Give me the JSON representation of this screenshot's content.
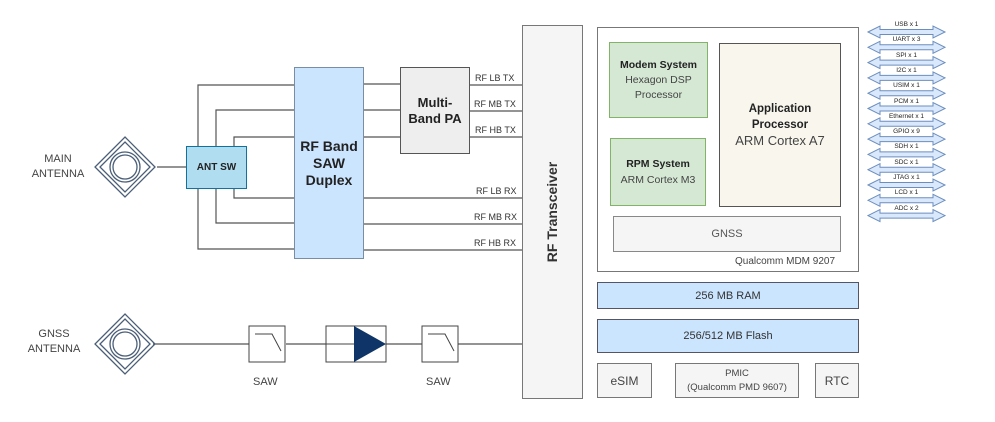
{
  "antennas": {
    "main": {
      "label_line1": "MAIN",
      "label_line2": "ANTENNA"
    },
    "gnss": {
      "label_line1": "GNSS",
      "label_line2": "ANTENNA"
    }
  },
  "rf_front_end": {
    "ant_sw": "ANT SW",
    "saw_duplex": {
      "line1": "RF Band",
      "line2": "SAW",
      "line3": "Duplex"
    },
    "pa": {
      "line1": "Multi-",
      "line2": "Band PA"
    },
    "tx_lines": [
      "RF LB TX",
      "RF MB TX",
      "RF HB TX"
    ],
    "rx_lines": [
      "RF LB RX",
      "RF MB RX",
      "RF HB RX"
    ],
    "transceiver": "RF Transceiver"
  },
  "gnss_chain": {
    "saw1": "SAW",
    "saw2": "SAW"
  },
  "soc": {
    "name": "Qualcomm MDM 9207",
    "modem": {
      "title": "Modem System",
      "line1": "Hexagon DSP",
      "line2": "Processor"
    },
    "rpm": {
      "title": "RPM System",
      "line1": "ARM Cortex M3"
    },
    "app": {
      "title1": "Application",
      "title2": "Processor",
      "line1": "ARM Cortex A7"
    },
    "gnss": "GNSS"
  },
  "memory": {
    "ram": "256 MB RAM",
    "flash": "256/512 MB Flash"
  },
  "peripherals": {
    "esim": "eSIM",
    "pmic": {
      "line1": "PMIC",
      "line2": "(Qualcomm PMD 9607)"
    },
    "rtc": "RTC"
  },
  "interfaces": [
    "USB x 1",
    "UART x 3",
    "SPI x 1",
    "I2C x 1",
    "USIM x 1",
    "PCM x 1",
    "Ethernet x 1",
    "GPIO x 9",
    "SDH x 1",
    "SDC x 1",
    "JTAG x 1",
    "LCD x 1",
    "ADC x 2"
  ],
  "colors": {
    "light_blue": "#cce5ff",
    "ant_sw": "#b1ddf0",
    "green": "#d5e8d4",
    "beige": "#f9f7ed",
    "gray": "#f5f5f5",
    "pa_gray": "#eeeeee",
    "navy": "#0e3468",
    "antenna_stroke": "#4a5e78"
  }
}
